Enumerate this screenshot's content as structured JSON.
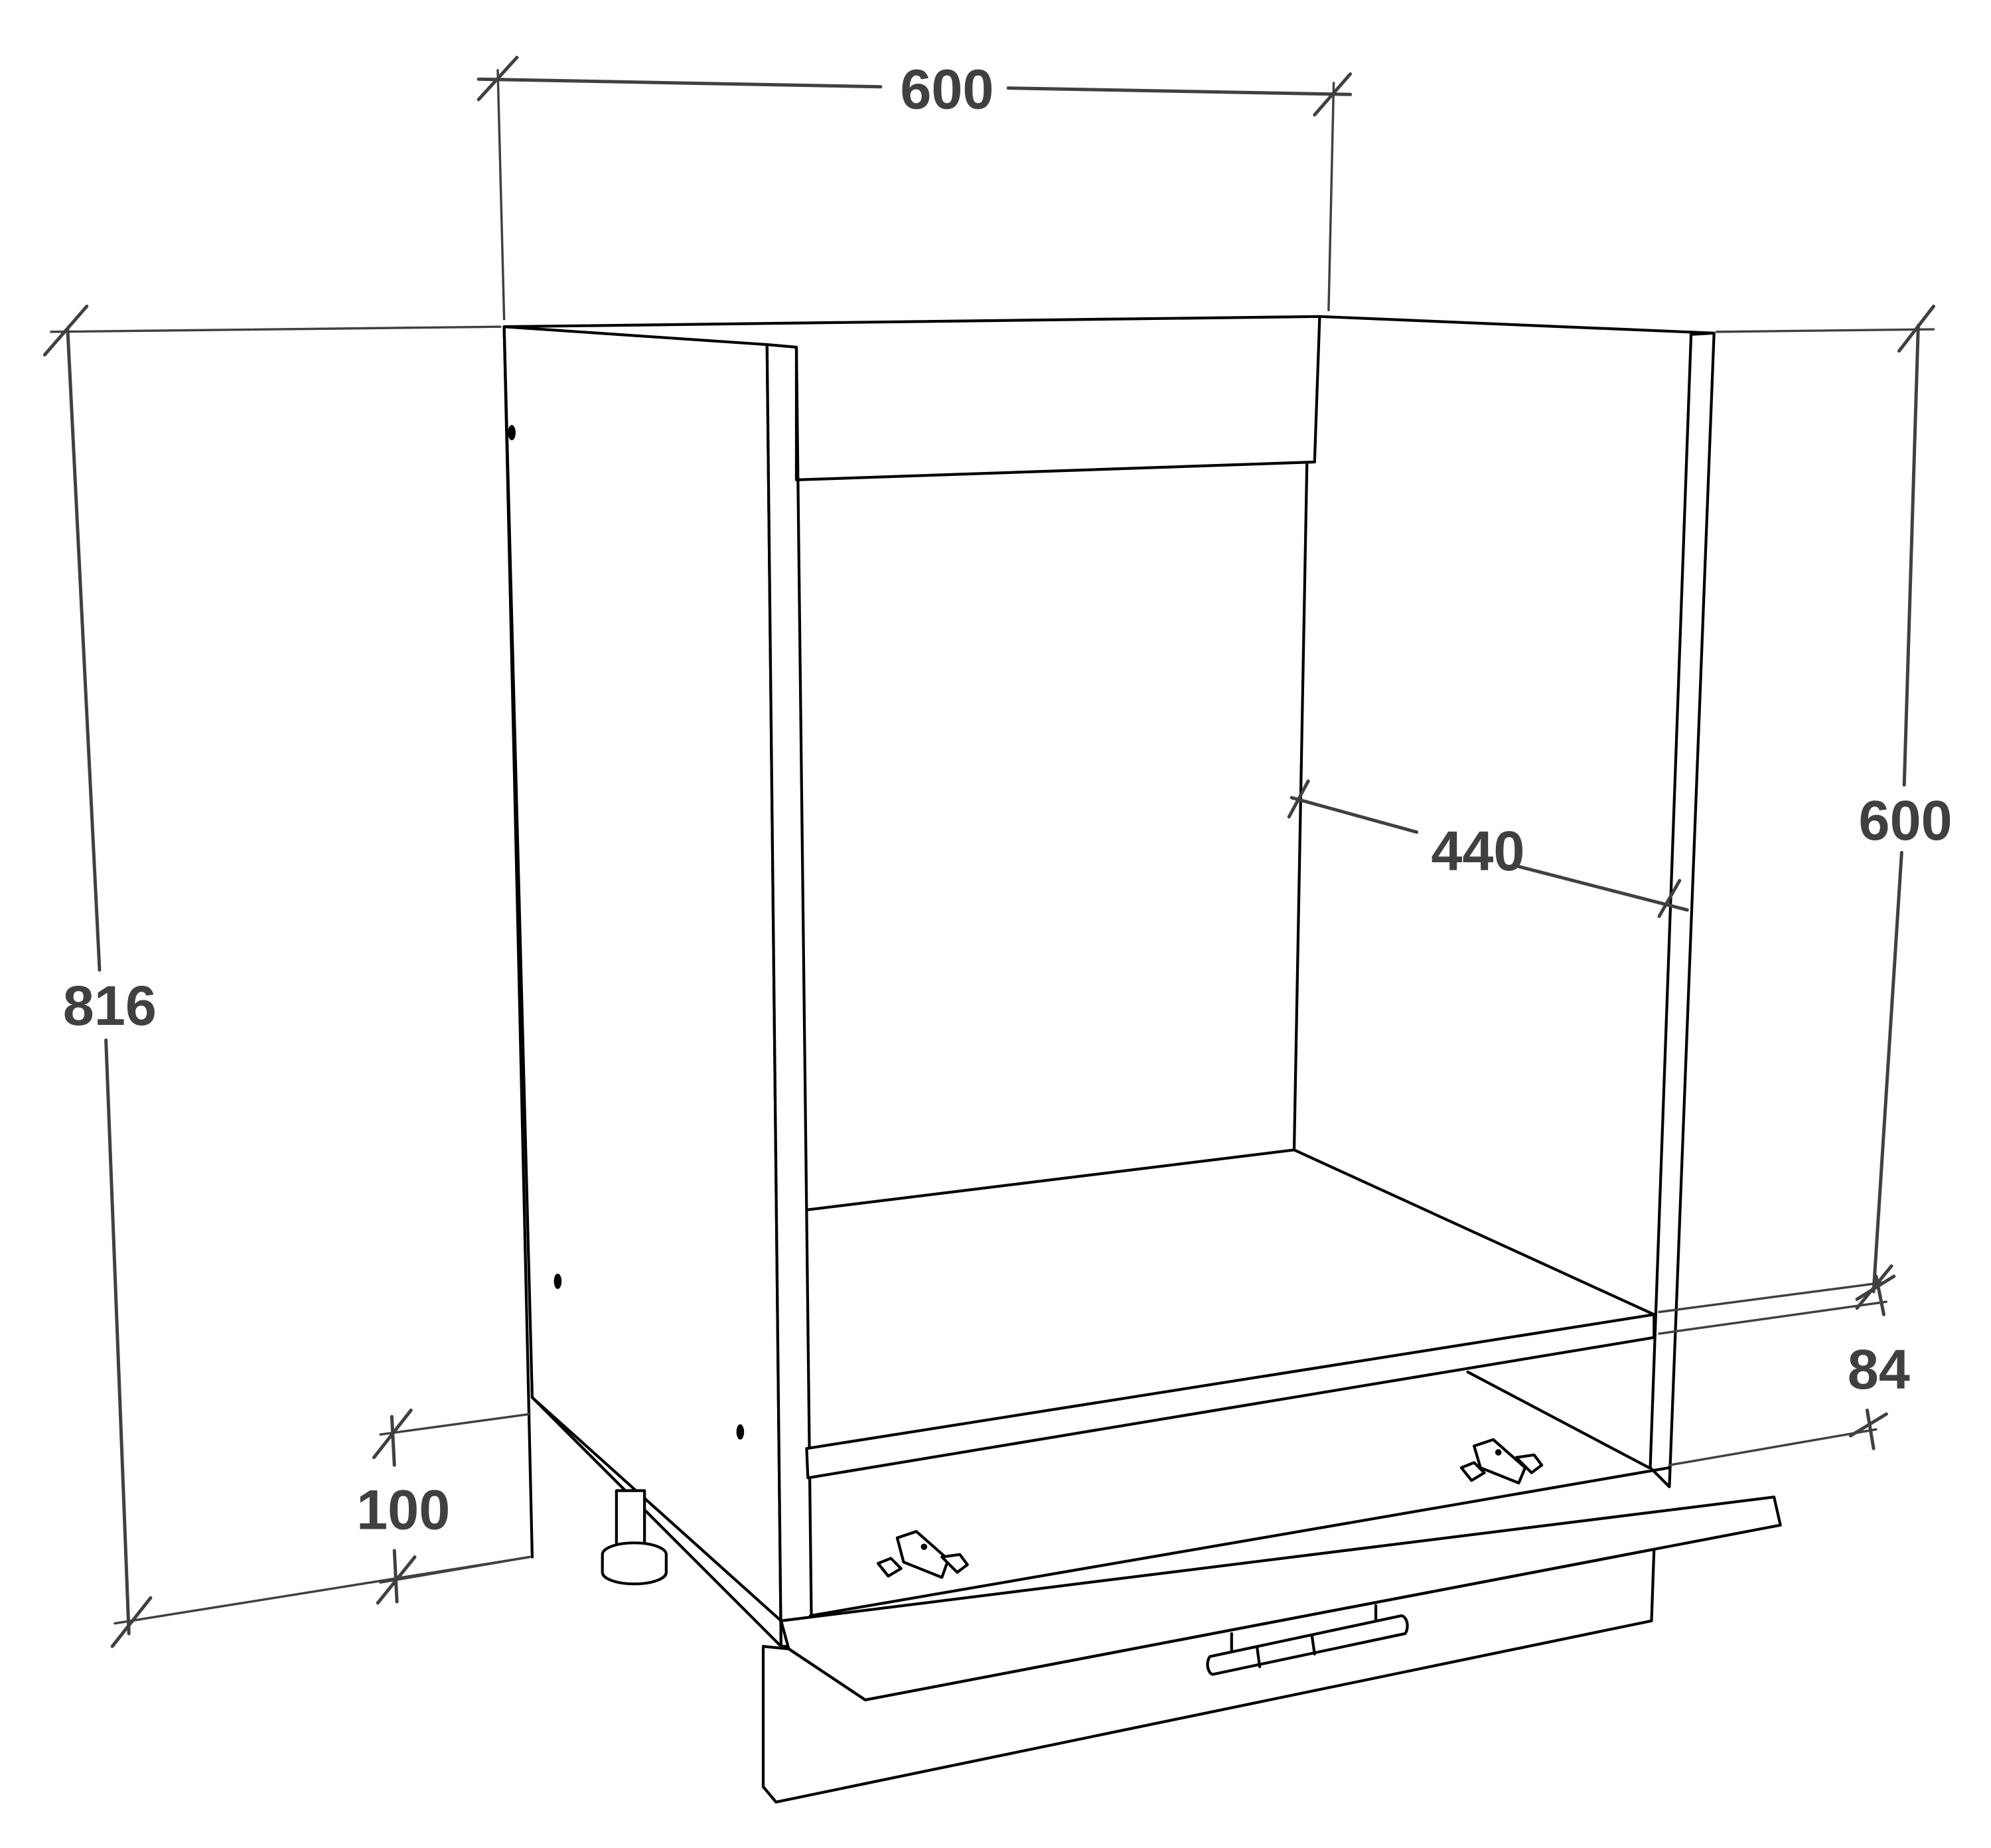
{
  "diagram": {
    "subject": "Base cabinet for built-in oven with bottom drawer",
    "units": "mm",
    "line_color": "#000000",
    "dimension_color": "#404040",
    "dimensions": {
      "width": "600",
      "total_height": "816",
      "oven_niche_height": "600",
      "depth": "440",
      "drawer_front_height": "84",
      "plinth_height": "100"
    }
  }
}
